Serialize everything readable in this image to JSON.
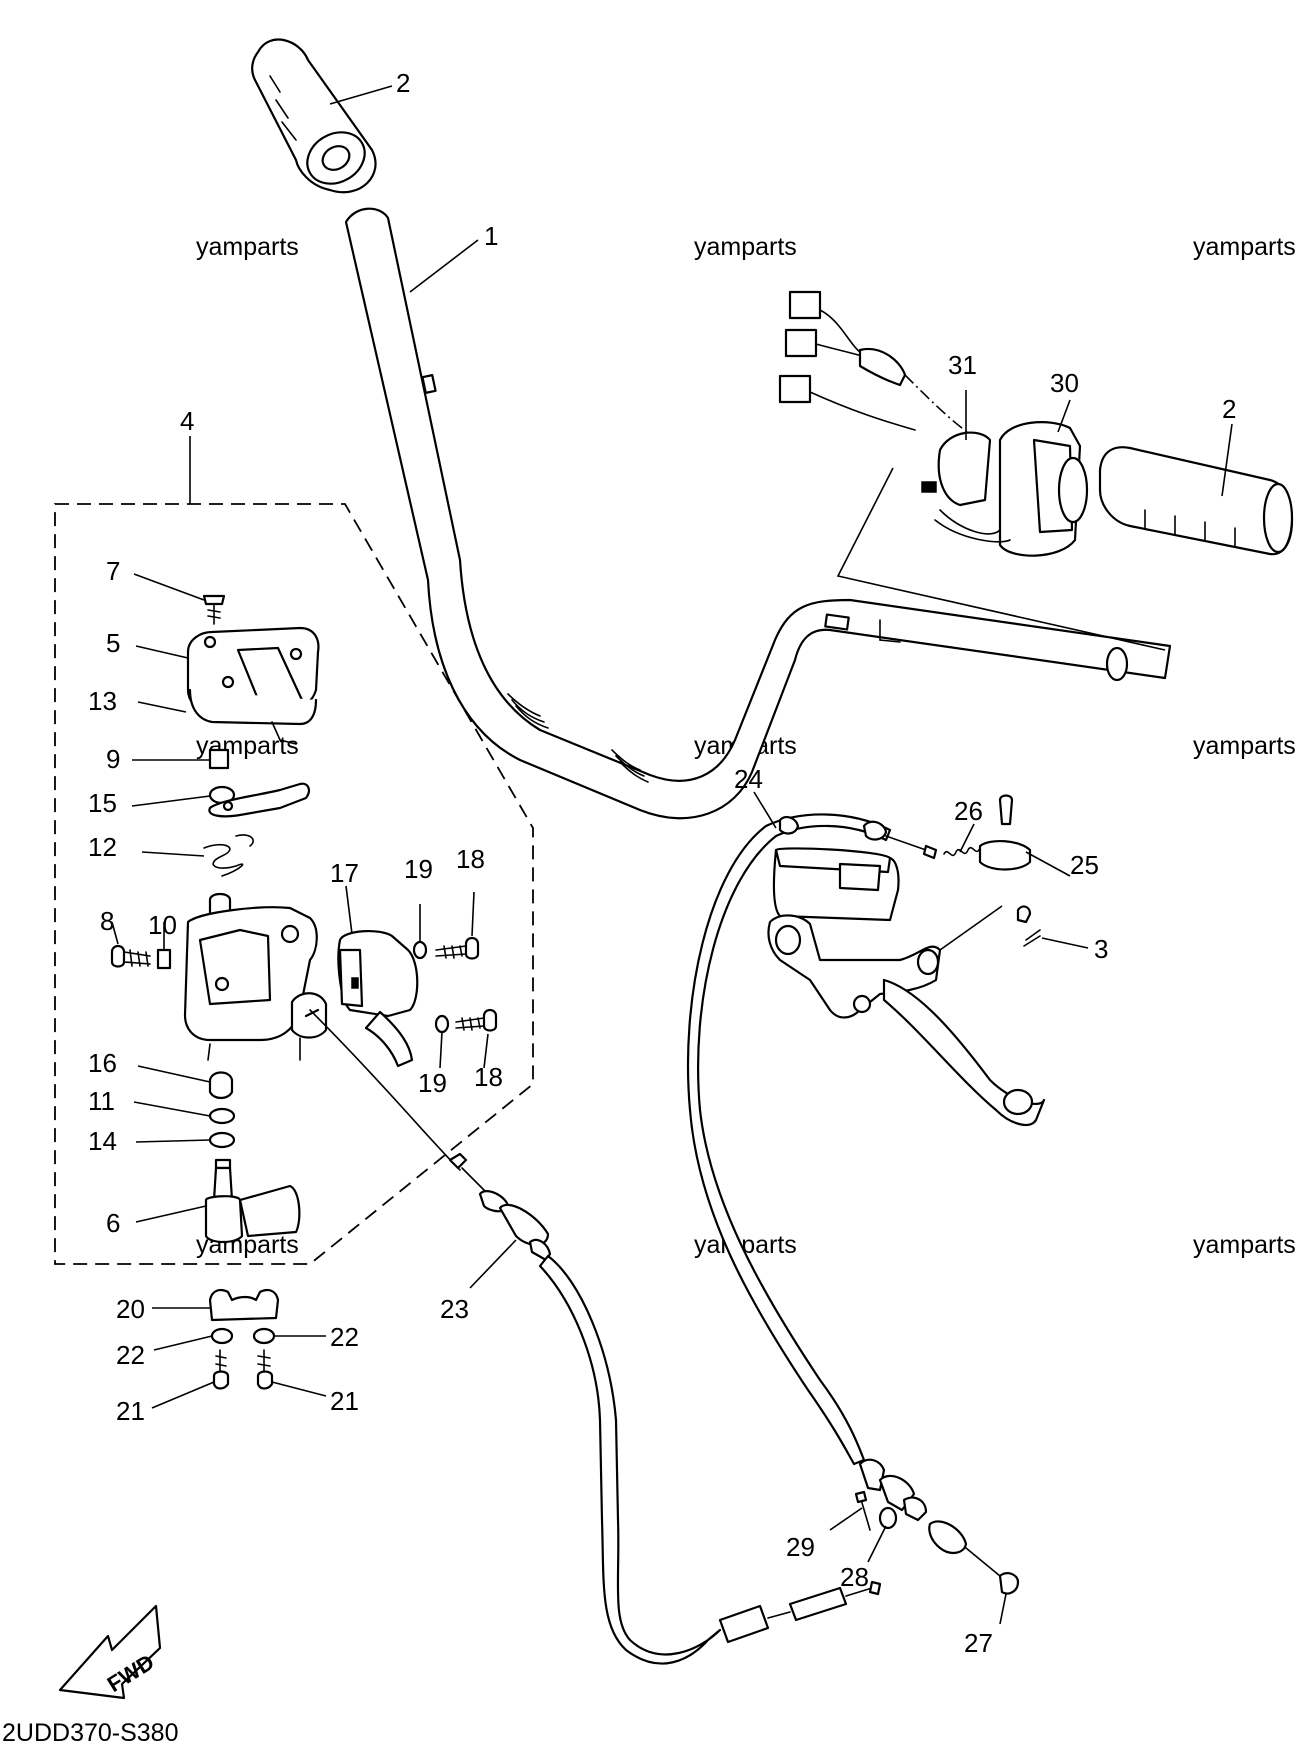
{
  "diagram": {
    "code": "2UDD370-S380",
    "watermark": "yamparts",
    "fwd_label": "FWD",
    "callouts": {
      "p1": "1",
      "p2": "2",
      "p3": "3",
      "p4": "4",
      "p5": "5",
      "p6": "6",
      "p7": "7",
      "p8": "8",
      "p9": "9",
      "p10": "10",
      "p11": "11",
      "p12": "12",
      "p13": "13",
      "p14": "14",
      "p15": "15",
      "p16": "16",
      "p17": "17",
      "p18": "18",
      "p19": "19",
      "p20": "20",
      "p21": "21",
      "p22": "22",
      "p23": "23",
      "p24": "24",
      "p25": "25",
      "p26": "26",
      "p27": "27",
      "p28": "28",
      "p29": "29",
      "p30": "30",
      "p31": "31"
    }
  }
}
